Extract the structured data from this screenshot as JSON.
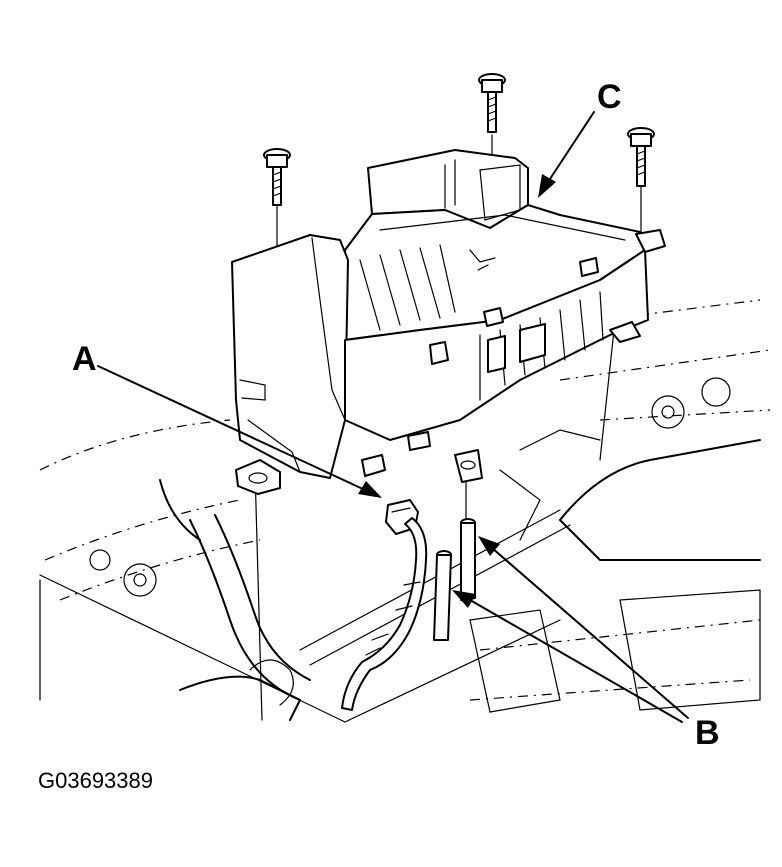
{
  "callouts": {
    "a": "A",
    "b": "B",
    "c": "C"
  },
  "figure_code": "G03693389"
}
